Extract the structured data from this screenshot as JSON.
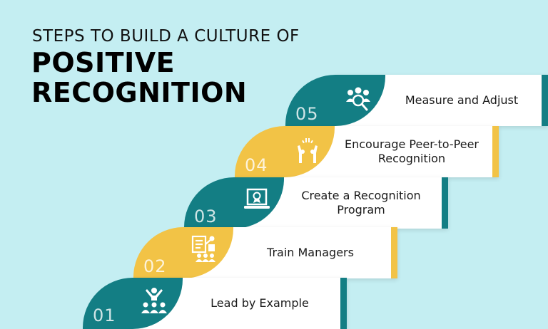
{
  "title": {
    "line1": "STEPS TO BUILD A CULTURE OF",
    "line2": "POSITIVE",
    "line3": "RECOGNITION"
  },
  "colors": {
    "background": "#c4eef2",
    "teal": "#137e84",
    "yellow": "#f2c346",
    "card": "#ffffff"
  },
  "steps": [
    {
      "number": "01",
      "label": "Lead by Example",
      "icon": "leader-team-icon",
      "color": "teal"
    },
    {
      "number": "02",
      "label": "Train Managers",
      "icon": "presentation-training-icon",
      "color": "yellow"
    },
    {
      "number": "03",
      "label": "Create a Recognition Program",
      "icon": "certificate-laptop-icon",
      "color": "teal"
    },
    {
      "number": "04",
      "label": "Encourage Peer-to-Peer Recognition",
      "icon": "high-five-icon",
      "color": "yellow"
    },
    {
      "number": "05",
      "label": "Measure and Adjust",
      "icon": "team-magnifier-icon",
      "color": "teal"
    }
  ]
}
